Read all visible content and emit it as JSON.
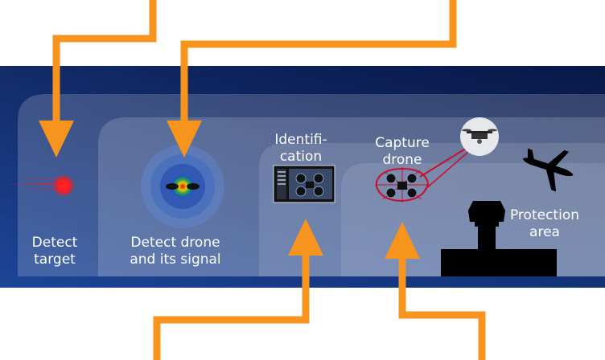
{
  "zones": [
    {
      "id": "detect-target",
      "label": "Detect\ntarget"
    },
    {
      "id": "detect-drone",
      "label": "Detect drone\nand its signal"
    },
    {
      "id": "identification",
      "label": "Identifi-\ncation"
    },
    {
      "id": "capture",
      "label": "Capture\ndrone"
    },
    {
      "id": "protection",
      "label": "Protection\narea"
    }
  ],
  "colors": {
    "band_dark": "#0a1c4d",
    "band_mid": "#1e3e8a",
    "arrow": "#f7941d",
    "target_red": "#e8202a",
    "net_red": "#c8102e",
    "silhouette": "#000000"
  },
  "icons": [
    "red-target-dot-icon",
    "radar-drone-icon",
    "monitor-icon",
    "netted-drone-icon",
    "drone-icon",
    "airplane-icon",
    "control-tower-icon"
  ]
}
